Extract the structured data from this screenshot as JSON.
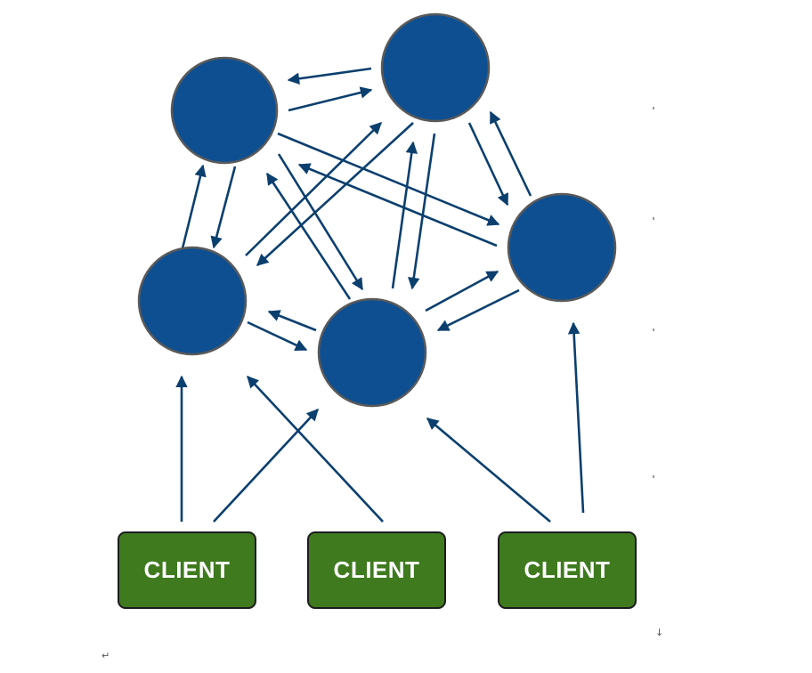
{
  "colors": {
    "node_fill": "#0e4f92",
    "node_stroke": "#5a5a5a",
    "edge": "#0b3f6e",
    "client_fill": "#3f7a1f",
    "client_text": "#ffffff"
  },
  "nodes": [
    {
      "id": "node-top-left"
    },
    {
      "id": "node-top-right"
    },
    {
      "id": "node-right"
    },
    {
      "id": "node-left"
    },
    {
      "id": "node-center"
    }
  ],
  "clients": [
    {
      "label": "CLIENT"
    },
    {
      "label": "CLIENT"
    },
    {
      "label": "CLIENT"
    }
  ],
  "edges": [
    {
      "from": "node-top-right",
      "to": "node-top-left"
    },
    {
      "from": "node-top-left",
      "to": "node-top-right"
    },
    {
      "from": "node-top-left",
      "to": "node-left"
    },
    {
      "from": "node-left",
      "to": "node-top-left"
    },
    {
      "from": "node-top-left",
      "to": "node-right"
    },
    {
      "from": "node-right",
      "to": "node-top-left"
    },
    {
      "from": "node-top-left",
      "to": "node-center"
    },
    {
      "from": "node-center",
      "to": "node-top-left"
    },
    {
      "from": "node-top-right",
      "to": "node-left"
    },
    {
      "from": "node-left",
      "to": "node-top-right"
    },
    {
      "from": "node-top-right",
      "to": "node-center"
    },
    {
      "from": "node-center",
      "to": "node-top-right"
    },
    {
      "from": "node-top-right",
      "to": "node-right"
    },
    {
      "from": "node-right",
      "to": "node-top-right"
    },
    {
      "from": "node-center",
      "to": "node-right"
    },
    {
      "from": "node-right",
      "to": "node-center"
    },
    {
      "from": "node-center",
      "to": "node-left"
    },
    {
      "from": "node-left",
      "to": "node-center"
    },
    {
      "from": "client-1",
      "to": "node-left"
    },
    {
      "from": "client-1",
      "to": "node-center"
    },
    {
      "from": "client-2",
      "to": "node-left"
    },
    {
      "from": "client-3",
      "to": "node-center"
    },
    {
      "from": "client-3",
      "to": "node-right"
    }
  ],
  "marks": {
    "paragraph_return": "↵",
    "down_arrow": "↓"
  }
}
